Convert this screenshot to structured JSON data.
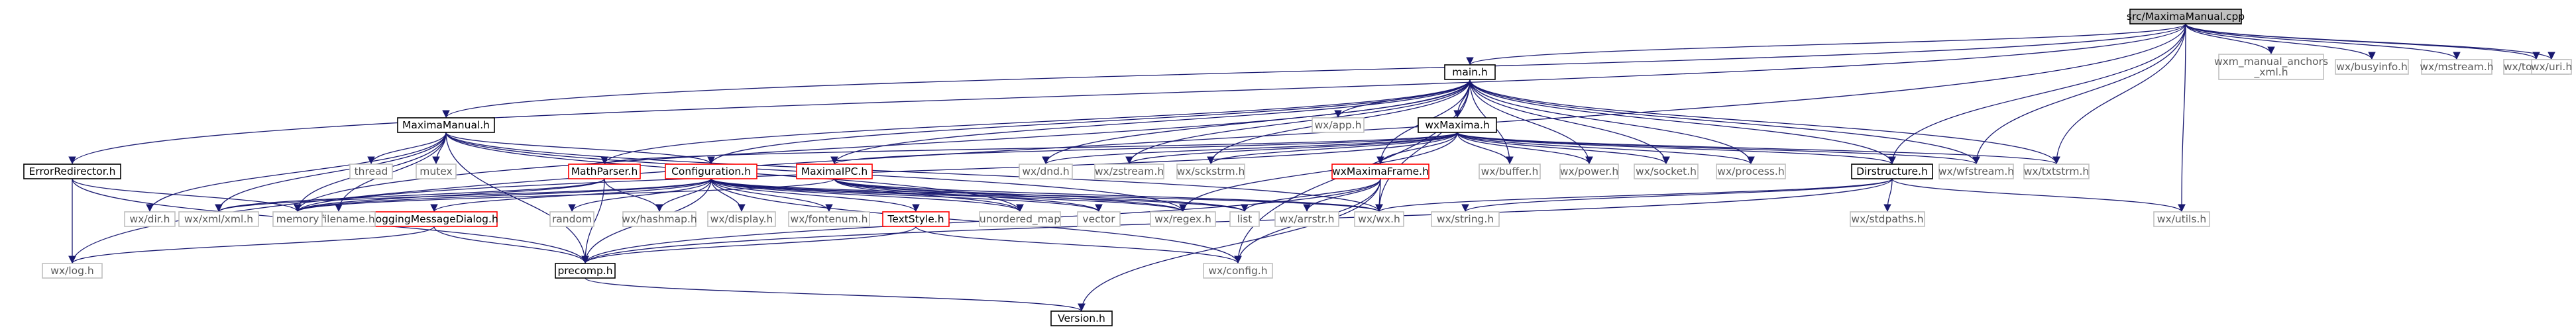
{
  "diagram": {
    "type": "include-dependency-graph",
    "root": "src/MaximaManual.cpp",
    "nodes": [
      {
        "id": "root",
        "label": "src/MaximaManual.cpp",
        "kind": "root"
      },
      {
        "id": "main",
        "label": "main.h",
        "kind": "std"
      },
      {
        "id": "mmh",
        "label": "MaximaManual.h",
        "kind": "std"
      },
      {
        "id": "wxmaxima",
        "label": "wxMaxima.h",
        "kind": "std"
      },
      {
        "id": "errred",
        "label": "ErrorRedirector.h",
        "kind": "std"
      },
      {
        "id": "mathparser",
        "label": "MathParser.h",
        "kind": "red"
      },
      {
        "id": "config",
        "label": "Configuration.h",
        "kind": "red"
      },
      {
        "id": "maximaipc",
        "label": "MaximaIPC.h",
        "kind": "red"
      },
      {
        "id": "wxmframe",
        "label": "wxMaximaFrame.h",
        "kind": "red"
      },
      {
        "id": "dirstruct",
        "label": "Dirstructure.h",
        "kind": "std"
      },
      {
        "id": "logmsg",
        "label": "LoggingMessageDialog.h",
        "kind": "red"
      },
      {
        "id": "textstyle",
        "label": "TextStyle.h",
        "kind": "red"
      },
      {
        "id": "precomp",
        "label": "precomp.h",
        "kind": "std"
      },
      {
        "id": "version",
        "label": "Version.h",
        "kind": "std"
      },
      {
        "id": "wxlog",
        "label": "wx/log.h",
        "kind": "sys"
      },
      {
        "id": "wxdir",
        "label": "wx/dir.h",
        "kind": "sys"
      },
      {
        "id": "wxfilename",
        "label": "wx/filename.h",
        "kind": "sys"
      },
      {
        "id": "thread",
        "label": "thread",
        "kind": "sys"
      },
      {
        "id": "mutex",
        "label": "mutex",
        "kind": "sys"
      },
      {
        "id": "wxxml",
        "label": "wx/xml/xml.h",
        "kind": "sys"
      },
      {
        "id": "memory",
        "label": "memory",
        "kind": "sys"
      },
      {
        "id": "random",
        "label": "random",
        "kind": "sys"
      },
      {
        "id": "wxhashmap",
        "label": "wx/hashmap.h",
        "kind": "sys"
      },
      {
        "id": "wxdisplay",
        "label": "wx/display.h",
        "kind": "sys"
      },
      {
        "id": "wxfontenum",
        "label": "wx/fontenum.h",
        "kind": "sys"
      },
      {
        "id": "unordered",
        "label": "unordered_map",
        "kind": "sys"
      },
      {
        "id": "vector",
        "label": "vector",
        "kind": "sys"
      },
      {
        "id": "wxregex",
        "label": "wx/regex.h",
        "kind": "sys"
      },
      {
        "id": "list",
        "label": "list",
        "kind": "sys"
      },
      {
        "id": "wxarrstr",
        "label": "wx/arrstr.h",
        "kind": "sys"
      },
      {
        "id": "wxwx",
        "label": "wx/wx.h",
        "kind": "sys"
      },
      {
        "id": "wxstring",
        "label": "wx/string.h",
        "kind": "sys"
      },
      {
        "id": "wxconfig",
        "label": "wx/config.h",
        "kind": "sys"
      },
      {
        "id": "wxapp",
        "label": "wx/app.h",
        "kind": "sys"
      },
      {
        "id": "wxdnd",
        "label": "wx/dnd.h",
        "kind": "sys"
      },
      {
        "id": "wxzstream",
        "label": "wx/zstream.h",
        "kind": "sys"
      },
      {
        "id": "wxsckstrm",
        "label": "wx/sckstrm.h",
        "kind": "sys"
      },
      {
        "id": "wxbuffer",
        "label": "wx/buffer.h",
        "kind": "sys"
      },
      {
        "id": "wxpower",
        "label": "wx/power.h",
        "kind": "sys"
      },
      {
        "id": "wxsocket",
        "label": "wx/socket.h",
        "kind": "sys"
      },
      {
        "id": "wxprocess",
        "label": "wx/process.h",
        "kind": "sys"
      },
      {
        "id": "wxwfstream",
        "label": "wx/wfstream.h",
        "kind": "sys"
      },
      {
        "id": "wxtxtstrm",
        "label": "wx/txtstrm.h",
        "kind": "sys"
      },
      {
        "id": "wxstdpaths",
        "label": "wx/stdpaths.h",
        "kind": "sys"
      },
      {
        "id": "wxutils",
        "label": "wx/utils.h",
        "kind": "sys"
      },
      {
        "id": "wxmanual",
        "label": "wxm_manual_anchors\n_xml.h",
        "kind": "sys"
      },
      {
        "id": "wxbusyinfo",
        "label": "wx/busyinfo.h",
        "kind": "sys"
      },
      {
        "id": "wxmstream",
        "label": "wx/mstream.h",
        "kind": "sys"
      },
      {
        "id": "wxtokenzr",
        "label": "wx/tokenzr.h",
        "kind": "sys"
      },
      {
        "id": "wxuri",
        "label": "wx/uri.h",
        "kind": "sys"
      }
    ],
    "edges": [
      [
        "root",
        "main"
      ],
      [
        "root",
        "mmh"
      ],
      [
        "root",
        "errred"
      ],
      [
        "root",
        "wxlog"
      ],
      [
        "root",
        "dirstruct"
      ],
      [
        "root",
        "wxwfstream"
      ],
      [
        "root",
        "wxtxtstrm"
      ],
      [
        "root",
        "wxutils"
      ],
      [
        "root",
        "wxmanual"
      ],
      [
        "root",
        "wxbusyinfo"
      ],
      [
        "root",
        "wxmstream"
      ],
      [
        "root",
        "wxtokenzr"
      ],
      [
        "root",
        "wxuri"
      ],
      [
        "main",
        "wxapp"
      ],
      [
        "main",
        "wxmaxima"
      ],
      [
        "main",
        "mathparser"
      ],
      [
        "main",
        "maximaipc"
      ],
      [
        "main",
        "wxmframe"
      ],
      [
        "main",
        "dirstruct"
      ],
      [
        "main",
        "wxdnd"
      ],
      [
        "main",
        "wxzstream"
      ],
      [
        "main",
        "wxsckstrm"
      ],
      [
        "main",
        "wxbuffer"
      ],
      [
        "main",
        "wxpower"
      ],
      [
        "main",
        "wxsocket"
      ],
      [
        "main",
        "wxprocess"
      ],
      [
        "main",
        "wxwfstream"
      ],
      [
        "main",
        "wxtxtstrm"
      ],
      [
        "main",
        "wxconfig"
      ],
      [
        "main",
        "wxwx"
      ],
      [
        "main",
        "memory"
      ],
      [
        "main",
        "config"
      ],
      [
        "mmh",
        "wxdir"
      ],
      [
        "mmh",
        "wxfilename"
      ],
      [
        "mmh",
        "thread"
      ],
      [
        "mmh",
        "mutex"
      ],
      [
        "mmh",
        "wxxml"
      ],
      [
        "mmh",
        "memory"
      ],
      [
        "mmh",
        "precomp"
      ],
      [
        "mmh",
        "config"
      ],
      [
        "mmh",
        "unordered"
      ],
      [
        "mmh",
        "wxregex"
      ],
      [
        "mmh",
        "wxwx"
      ],
      [
        "wxmaxima",
        "mathparser"
      ],
      [
        "wxmaxima",
        "maximaipc"
      ],
      [
        "wxmaxima",
        "wxmframe"
      ],
      [
        "wxmaxima",
        "dirstruct"
      ],
      [
        "wxmaxima",
        "wxdnd"
      ],
      [
        "wxmaxima",
        "wxzstream"
      ],
      [
        "wxmaxima",
        "wxsckstrm"
      ],
      [
        "wxmaxima",
        "wxbuffer"
      ],
      [
        "wxmaxima",
        "wxpower"
      ],
      [
        "wxmaxima",
        "wxsocket"
      ],
      [
        "wxmaxima",
        "wxprocess"
      ],
      [
        "wxmaxima",
        "wxwfstream"
      ],
      [
        "wxmaxima",
        "wxtxtstrm"
      ],
      [
        "wxmaxima",
        "wxregex"
      ],
      [
        "wxmaxima",
        "memory"
      ],
      [
        "errred",
        "wxlog"
      ],
      [
        "errred",
        "memory"
      ],
      [
        "errred",
        "precomp"
      ],
      [
        "mathparser",
        "wxxml"
      ],
      [
        "mathparser",
        "wxhashmap"
      ],
      [
        "mathparser",
        "memory"
      ],
      [
        "mathparser",
        "precomp"
      ],
      [
        "config",
        "logmsg"
      ],
      [
        "config",
        "random"
      ],
      [
        "config",
        "wxhashmap"
      ],
      [
        "config",
        "wxdisplay"
      ],
      [
        "config",
        "wxfontenum"
      ],
      [
        "config",
        "textstyle"
      ],
      [
        "config",
        "unordered"
      ],
      [
        "config",
        "vector"
      ],
      [
        "config",
        "wxregex"
      ],
      [
        "config",
        "precomp"
      ],
      [
        "config",
        "memory"
      ],
      [
        "config",
        "wxxml"
      ],
      [
        "config",
        "wxwx"
      ],
      [
        "config",
        "wxconfig"
      ],
      [
        "config",
        "list"
      ],
      [
        "maximaipc",
        "memory"
      ],
      [
        "maximaipc",
        "vector"
      ],
      [
        "maximaipc",
        "wxregex"
      ],
      [
        "maximaipc",
        "list"
      ],
      [
        "maximaipc",
        "wxwx"
      ],
      [
        "maximaipc",
        "unordered"
      ],
      [
        "wxmframe",
        "list"
      ],
      [
        "wxmframe",
        "wxarrstr"
      ],
      [
        "wxmframe",
        "wxwx"
      ],
      [
        "wxmframe",
        "precomp"
      ],
      [
        "wxmframe",
        "version"
      ],
      [
        "wxmframe",
        "wxconfig"
      ],
      [
        "dirstruct",
        "wxwx"
      ],
      [
        "dirstruct",
        "wxstring"
      ],
      [
        "dirstruct",
        "wxstdpaths"
      ],
      [
        "dirstruct",
        "wxutils"
      ],
      [
        "dirstruct",
        "precomp"
      ],
      [
        "logmsg",
        "wxlog"
      ],
      [
        "logmsg",
        "precomp"
      ],
      [
        "textstyle",
        "precomp"
      ],
      [
        "textstyle",
        "wxconfig"
      ],
      [
        "precomp",
        "version"
      ]
    ]
  }
}
